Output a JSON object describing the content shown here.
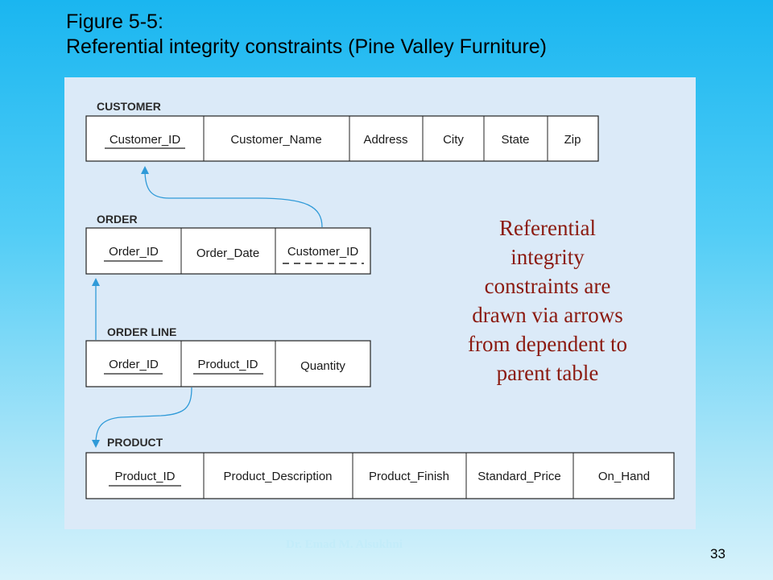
{
  "title": {
    "line1": "Figure 5-5:",
    "line2": "Referential integrity constraints (Pine Valley Furniture)"
  },
  "tables": [
    {
      "name": "CUSTOMER",
      "columns": [
        {
          "label": "Customer_ID",
          "key": "primary"
        },
        {
          "label": "Customer_Name"
        },
        {
          "label": "Address"
        },
        {
          "label": "City"
        },
        {
          "label": "State"
        },
        {
          "label": "Zip"
        }
      ]
    },
    {
      "name": "ORDER",
      "columns": [
        {
          "label": "Order_ID",
          "key": "primary"
        },
        {
          "label": "Order_Date"
        },
        {
          "label": "Customer_ID",
          "key": "foreign"
        }
      ]
    },
    {
      "name": "ORDER LINE",
      "columns": [
        {
          "label": "Order_ID",
          "key": "primary"
        },
        {
          "label": "Product_ID",
          "key": "primary"
        },
        {
          "label": "Quantity"
        }
      ]
    },
    {
      "name": "PRODUCT",
      "columns": [
        {
          "label": "Product_ID",
          "key": "primary"
        },
        {
          "label": "Product_Description"
        },
        {
          "label": "Product_Finish"
        },
        {
          "label": "Standard_Price"
        },
        {
          "label": "On_Hand"
        }
      ]
    }
  ],
  "callout": {
    "lines": [
      "Referential",
      "integrity",
      "constraints are",
      "drawn via arrows",
      "from dependent to",
      "parent table"
    ]
  },
  "footer": {
    "author": "Dr. Emad M. Alsukhni",
    "page_number": "33"
  },
  "colors": {
    "arrow": "#2f9ad8",
    "callout_text": "#8b1a10",
    "panel": "#dbeaf8"
  }
}
